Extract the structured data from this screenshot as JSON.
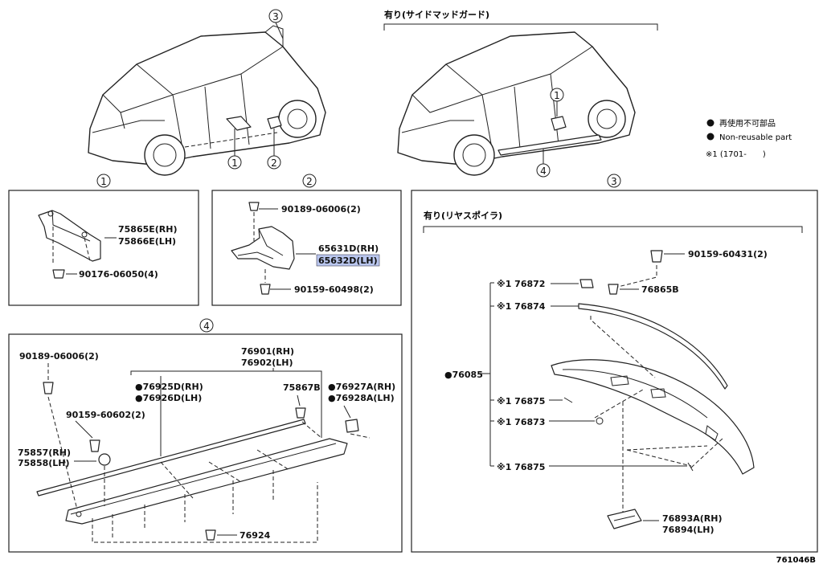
{
  "watermark_code": "761046B",
  "header_right": "有り(サイドマッドガード)",
  "legend": {
    "jp": "再使用不可部品",
    "en": "Non-reusable part",
    "note": "※1 (1701-　　)"
  },
  "callouts": {
    "c1": "1",
    "c2": "2",
    "c3": "3",
    "c4": "4"
  },
  "panel1": {
    "parts": [
      "75865E(RH)",
      "75866E(LH)",
      "90176-06050(4)"
    ]
  },
  "panel2": {
    "parts": [
      "90189-06006(2)",
      "65631D(RH)",
      "65632D(LH)",
      "90159-60498(2)"
    ]
  },
  "panel3": {
    "header": "有り(リヤスポイラ)",
    "parts": [
      "90159-60431(2)",
      "76865B",
      "※1 76872",
      "※1 76874",
      "●76085",
      "※1 76875",
      "※1 76873",
      "※1 76875",
      "76893A(RH)",
      "76894(LH)"
    ]
  },
  "panel4": {
    "parts": [
      "90189-06006(2)",
      "76901(RH)",
      "76902(LH)",
      "●76925D(RH)",
      "●76926D(LH)",
      "75867B",
      "●76927A(RH)",
      "●76928A(LH)",
      "90159-60602(2)",
      "75857(RH)",
      "75858(LH)",
      "76924"
    ]
  }
}
